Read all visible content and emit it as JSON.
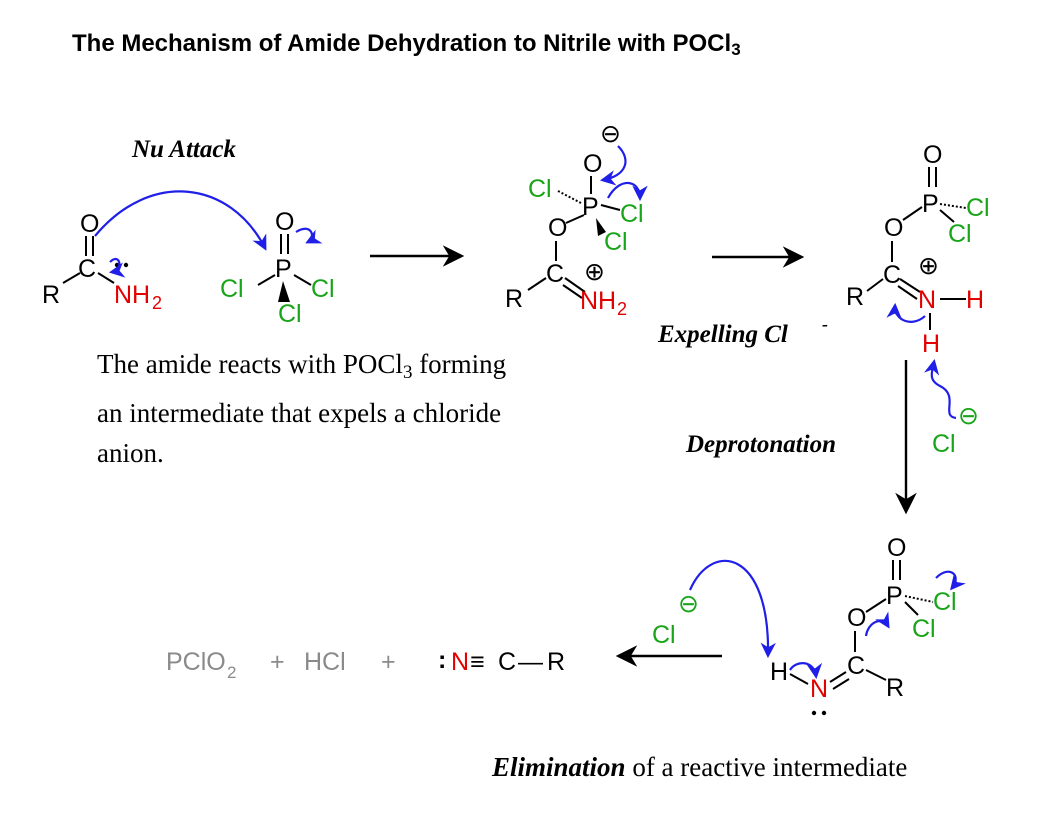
{
  "title": {
    "main": "The Mechanism of Amide Dehydration to Nitrile with POCl",
    "sub": "3"
  },
  "steps": {
    "nu_attack": "Nu Attack",
    "expelling": "Expelling Cl",
    "expelling_sup": "-",
    "deprotonation": "Deprotonation",
    "elimination": "Elimination",
    "elimination_rest": " of a reactive intermediate"
  },
  "caption": {
    "line1a": "The amide reacts with POCl",
    "line1sub": "3",
    "line1b": " forming",
    "line2": "an intermediate that expels a chloride",
    "line3": "anion."
  },
  "atoms": {
    "O": "O",
    "P": "P",
    "C": "C",
    "N": "N",
    "H": "H",
    "R": "R",
    "Cl": "Cl",
    "NH": "NH",
    "two": "2",
    "plus": "⊕",
    "minus": "⊖",
    "lone_pair": ":"
  },
  "products": {
    "pclo": "PClO",
    "pclo_sub": "2",
    "plus1": "+",
    "hcl": "HCl",
    "plus2": "+",
    "nitrile_lp": ":",
    "nitrile_n": "N",
    "triple": "≡",
    "nitrile_c": "C",
    "dash": "—",
    "nitrile_r": "R"
  },
  "colors": {
    "nitrogen": "#e30000",
    "chlorine": "#19a519",
    "arrow": "#1f1fe8",
    "byproduct": "#8a8a8a"
  }
}
